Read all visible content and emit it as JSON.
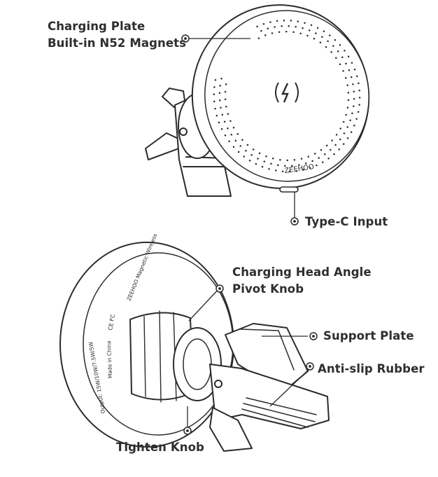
{
  "labels": {
    "charging_plate": "Charging Plate",
    "magnets": "Built-in N52 Magnets",
    "type_c": "Type-C Input",
    "pivot_knob_line1": "Charging Head Angle",
    "pivot_knob_line2": "Pivot Knob",
    "support_plate": "Support Plate",
    "anti_slip": "Anti-slip Rubber",
    "tighten_knob": "Tighten Knob"
  },
  "brand_mark": "ZEEHOO",
  "back_plate_text": {
    "line1": "ZEEHOO Magnetic Wireless",
    "line2": "Made in China",
    "line3": "Output: 15W/10W/7.5W/5W"
  },
  "icons": {
    "charging": "wireless-charging-icon",
    "callout": "callout-target-icon",
    "certification": "ce-fcc-marks"
  },
  "colors": {
    "line": "#2b2b2b",
    "text": "#2e2e2e",
    "background": "#ffffff"
  }
}
